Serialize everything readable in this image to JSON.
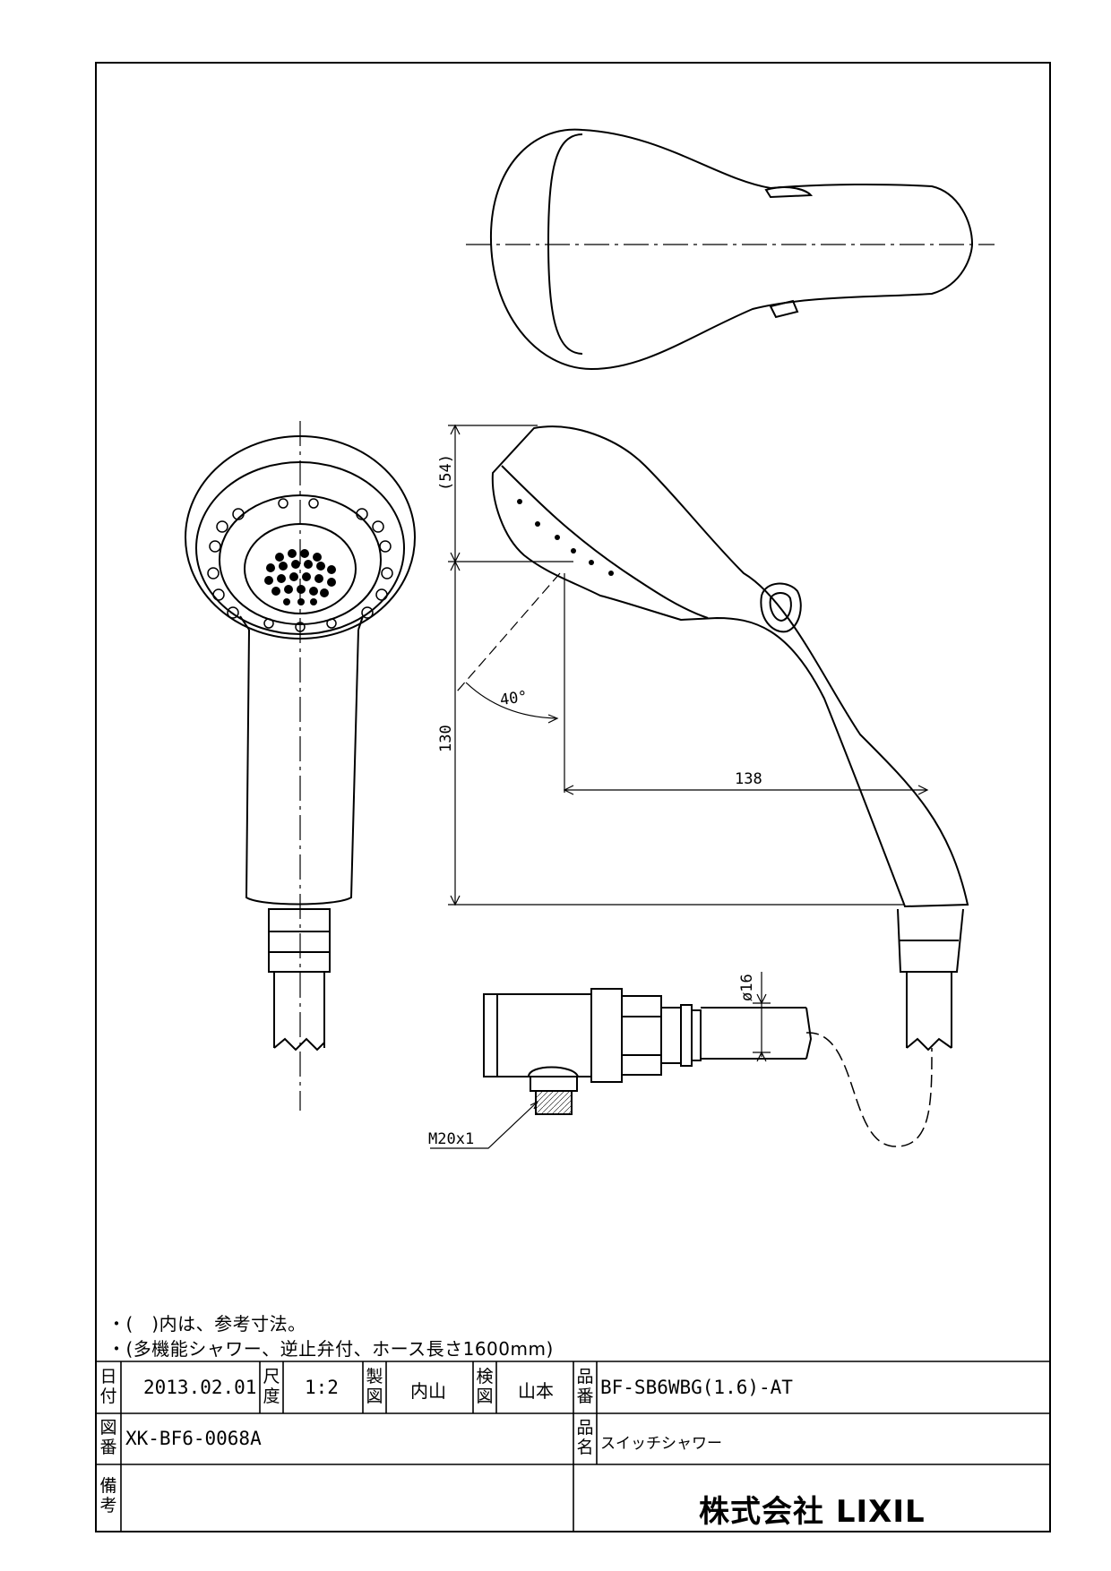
{
  "dimensions": {
    "d54": "(54)",
    "d130": "130",
    "d138": "138",
    "angle": "40°",
    "d16": "ø16",
    "thread": "M20x1"
  },
  "notes": [
    "・(　)内は、参考寸法。",
    "・(多機能シャワー、逆止弁付、ホース長さ1600mm)"
  ],
  "title_block": {
    "date_label": [
      "日",
      "付"
    ],
    "date": "2013.02.01",
    "scale_label": [
      "尺",
      "度"
    ],
    "scale": "1:2",
    "drawn_label": [
      "製",
      "図"
    ],
    "drawn_by": "内山",
    "checked_label": [
      "検",
      "図"
    ],
    "checked_by": "山本",
    "part_no_label": [
      "品",
      "番"
    ],
    "part_no": "BF-SB6WBG(1.6)-AT",
    "drawing_no_label": [
      "図",
      "番"
    ],
    "drawing_no": "XK-BF6-0068A",
    "name_label": [
      "品",
      "名"
    ],
    "name": "スイッチシャワー",
    "remarks_label": [
      "備",
      "考"
    ],
    "company": "株式会社 LIXIL"
  }
}
